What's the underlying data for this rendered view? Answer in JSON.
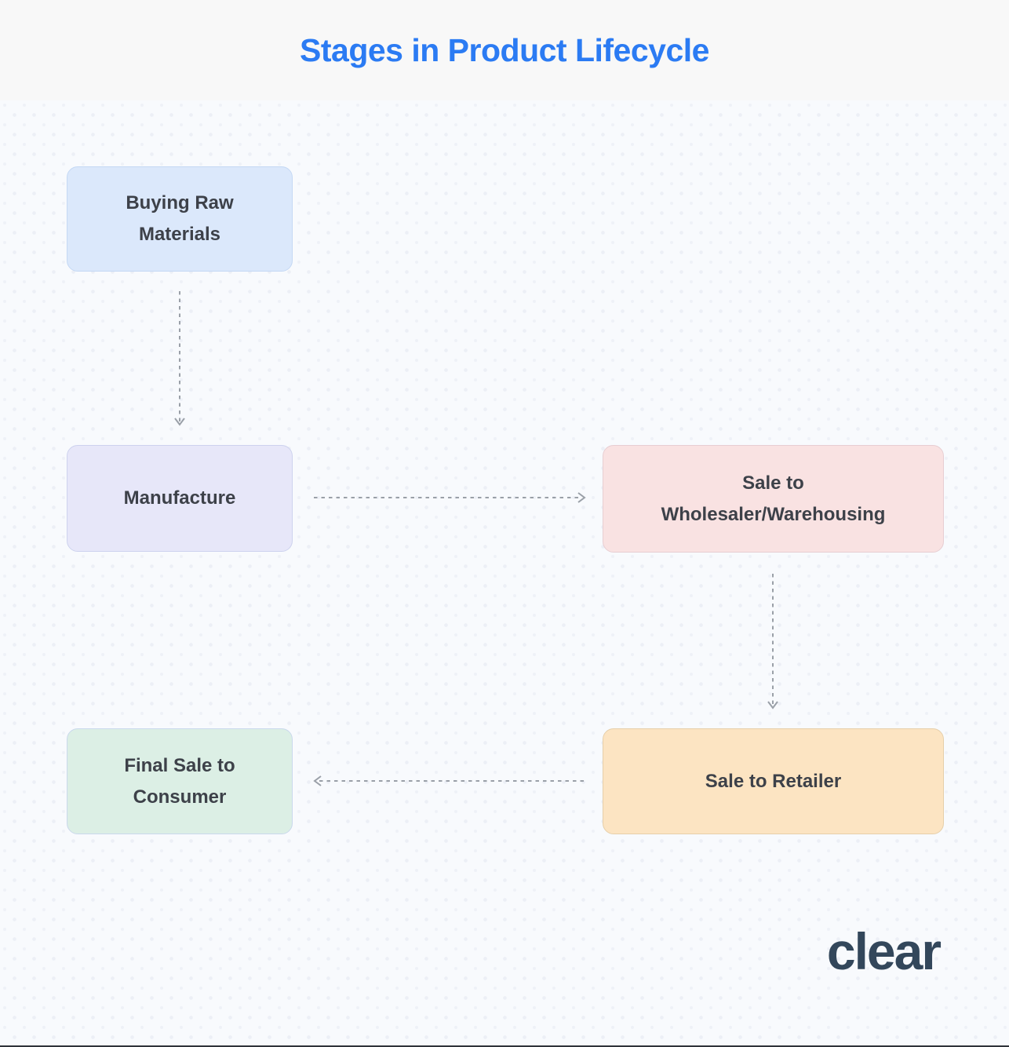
{
  "header": {
    "title": "Stages in Product Lifecycle",
    "title_color": "#2b7bf3"
  },
  "diagram": {
    "type": "flowchart",
    "nodes": [
      {
        "id": "buying-raw-materials",
        "label": "Buying Raw\nMaterials",
        "bg": "#dbe8fb",
        "border": "#c4d8f4"
      },
      {
        "id": "manufacture",
        "label": "Manufacture",
        "bg": "#e7e7f9",
        "border": "#cdd2ee"
      },
      {
        "id": "sale-to-wholesaler",
        "label": "Sale to\nWholesaler/Warehousing",
        "bg": "#f9e2e2",
        "border": "#e7ced2"
      },
      {
        "id": "sale-to-retailer",
        "label": "Sale to Retailer",
        "bg": "#fce4c2",
        "border": "#e6cfaa"
      },
      {
        "id": "final-sale-to-consumer",
        "label": "Final Sale to\nConsumer",
        "bg": "#dcefe5",
        "border": "#c9d8ec"
      }
    ],
    "edges": [
      {
        "from": "buying-raw-materials",
        "to": "manufacture",
        "direction": "down",
        "style": "dashed"
      },
      {
        "from": "manufacture",
        "to": "sale-to-wholesaler",
        "direction": "right",
        "style": "dashed"
      },
      {
        "from": "sale-to-wholesaler",
        "to": "sale-to-retailer",
        "direction": "down",
        "style": "dashed"
      },
      {
        "from": "sale-to-retailer",
        "to": "final-sale-to-consumer",
        "direction": "left",
        "style": "dashed"
      }
    ],
    "arrow_color": "#9aa0a8"
  },
  "footer": {
    "logo_text": "clear",
    "logo_color": "#33475b"
  }
}
